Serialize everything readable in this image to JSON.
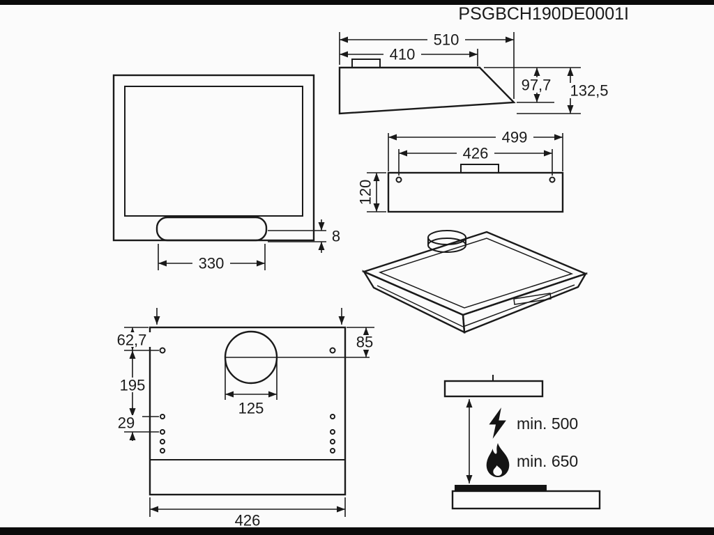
{
  "product_code": "PSGBCH190DE0001I",
  "front_view": {
    "bar_width": "330",
    "lip_height": "8"
  },
  "side_view": {
    "overall_width": "510",
    "body_width": "410",
    "front_height": "97,7",
    "overall_height": "132,5"
  },
  "back_view": {
    "overall_width": "499",
    "inner_width": "426",
    "height": "120"
  },
  "mounting_view": {
    "hole_top_offset": "62,7",
    "hole_row_spacing": "195",
    "hole_pair_gap": "29",
    "duct_center_offset": "85",
    "duct_diameter": "125",
    "overall_width": "426"
  },
  "clearance_view": {
    "electric_clearance": "min. 500",
    "gas_clearance": "min. 650"
  },
  "icons": {
    "lightning": "lightning-icon (electric hob clearance)",
    "flame": "flame-icon (gas hob clearance)"
  },
  "colors": {
    "line": "#1a1a1a",
    "background": "#fbfbfb",
    "letterbox": "#0b0b0b"
  }
}
